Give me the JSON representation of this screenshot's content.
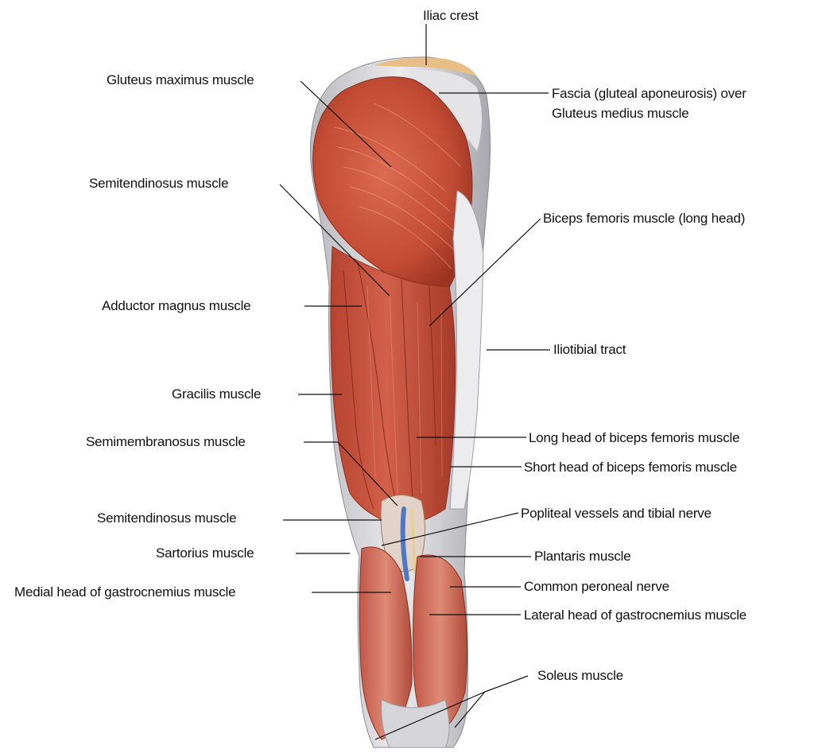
{
  "labels": {
    "iliac_crest": "Iliac crest",
    "gluteus_maximus": "Gluteus maximus muscle",
    "fascia_line1": "Fascia (gluteal aponeurosis) over",
    "fascia_line2": "Gluteus medius muscle",
    "semitendinosus_upper": "Semitendinosus muscle",
    "biceps_long_head": "Biceps femoris muscle (long head)",
    "adductor_magnus": "Adductor magnus muscle",
    "iliotibial_tract": "Iliotibial tract",
    "gracilis": "Gracilis muscle",
    "semimembranosus": "Semimembranosus muscle",
    "long_head_biceps": "Long head of biceps femoris muscle",
    "short_head_biceps": "Short head of biceps femoris muscle",
    "semitendinosus_lower": "Semitendinosus muscle",
    "popliteal": "Popliteal vessels and tibial nerve",
    "sartorius": "Sartorius muscle",
    "plantaris": "Plantaris muscle",
    "medial_gastrocnemius": "Medial head of gastrocnemius muscle",
    "common_peroneal": "Common peroneal nerve",
    "lateral_gastrocnemius": "Lateral head of gastrocnemius muscle",
    "soleus": "Soleus muscle"
  },
  "colors": {
    "muscle": "#c8503a",
    "muscle_dark": "#a43a28",
    "muscle_light": "#dc7a5e",
    "fascia": "#d9d9dc",
    "fascia_shadow": "#a9a9ae",
    "crest": "#e8c48a",
    "vessel": "#5a7fc0",
    "leader": "#111111"
  }
}
